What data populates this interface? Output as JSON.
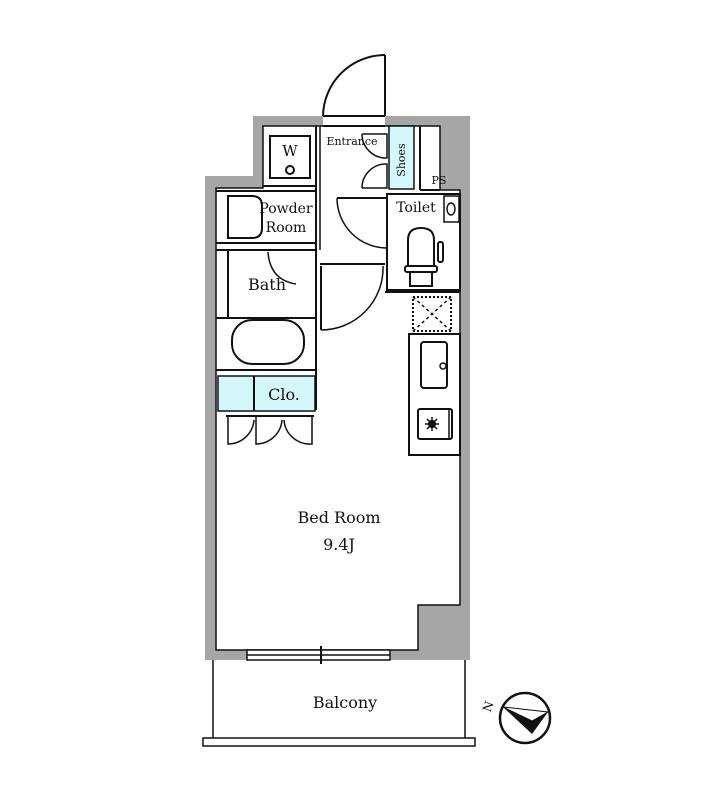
{
  "rooms": {
    "entrance": "Entrance",
    "shoes": "Shoes",
    "ps": "PS",
    "washer": "W",
    "powder_room_line1": "Powder",
    "powder_room_line2": "Room",
    "toilet": "Toilet",
    "bath": "Bath",
    "closet": "Clo.",
    "bedroom": "Bed Room",
    "bedroom_size": "9.4J",
    "balcony": "Balcony"
  },
  "compass": {
    "label": "N"
  },
  "colors": {
    "wall": "#a6a6a6",
    "storage": "#d4f7fa",
    "line": "#111111"
  }
}
